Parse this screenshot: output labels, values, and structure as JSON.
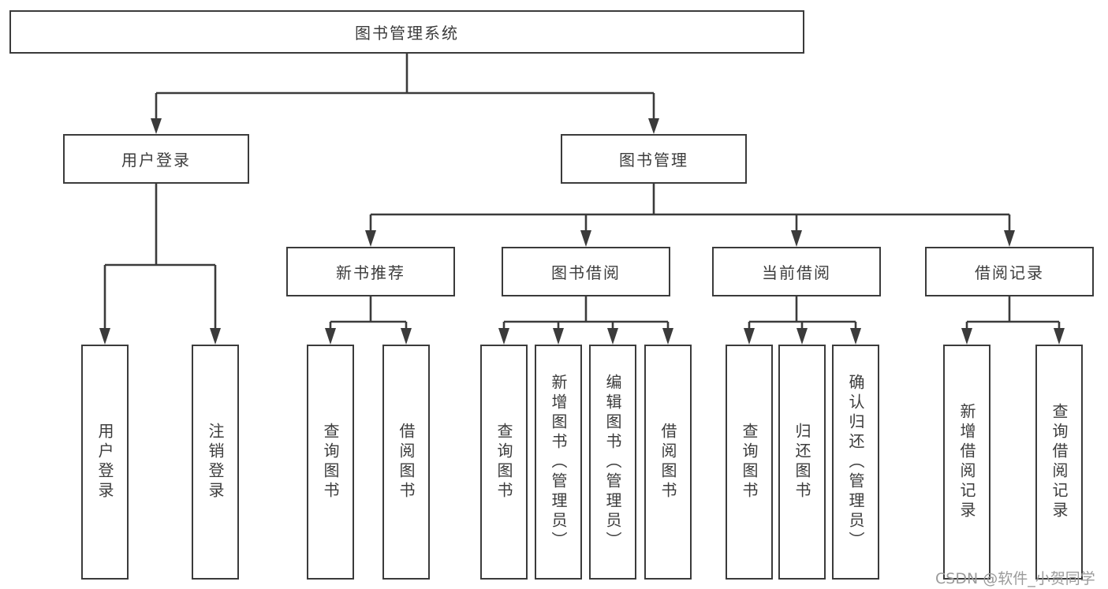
{
  "diagram": {
    "root": {
      "label": "图书管理系统"
    },
    "branches": [
      {
        "label": "用户登录",
        "children": [
          {
            "label": "用户登录"
          },
          {
            "label": "注销登录"
          }
        ]
      },
      {
        "label": "图书管理",
        "children": [
          {
            "label": "新书推荐",
            "children": [
              {
                "label": "查询图书"
              },
              {
                "label": "借阅图书"
              }
            ]
          },
          {
            "label": "图书借阅",
            "children": [
              {
                "label": "查询图书"
              },
              {
                "label": "新增图书（管理员）"
              },
              {
                "label": "编辑图书（管理员）"
              },
              {
                "label": "借阅图书"
              }
            ]
          },
          {
            "label": "当前借阅",
            "children": [
              {
                "label": "查询图书"
              },
              {
                "label": "归还图书"
              },
              {
                "label": "确认归还（管理员）"
              }
            ]
          },
          {
            "label": "借阅记录",
            "children": [
              {
                "label": "新增借阅记录"
              },
              {
                "label": "查询借阅记录"
              }
            ]
          }
        ]
      }
    ]
  },
  "watermark": "CSDN @软件_小贺同学",
  "colors": {
    "line": "#3b3b3b",
    "boxbg": "#ffffff",
    "text": "#3c3c3c",
    "wm": "#9b9b9b"
  }
}
